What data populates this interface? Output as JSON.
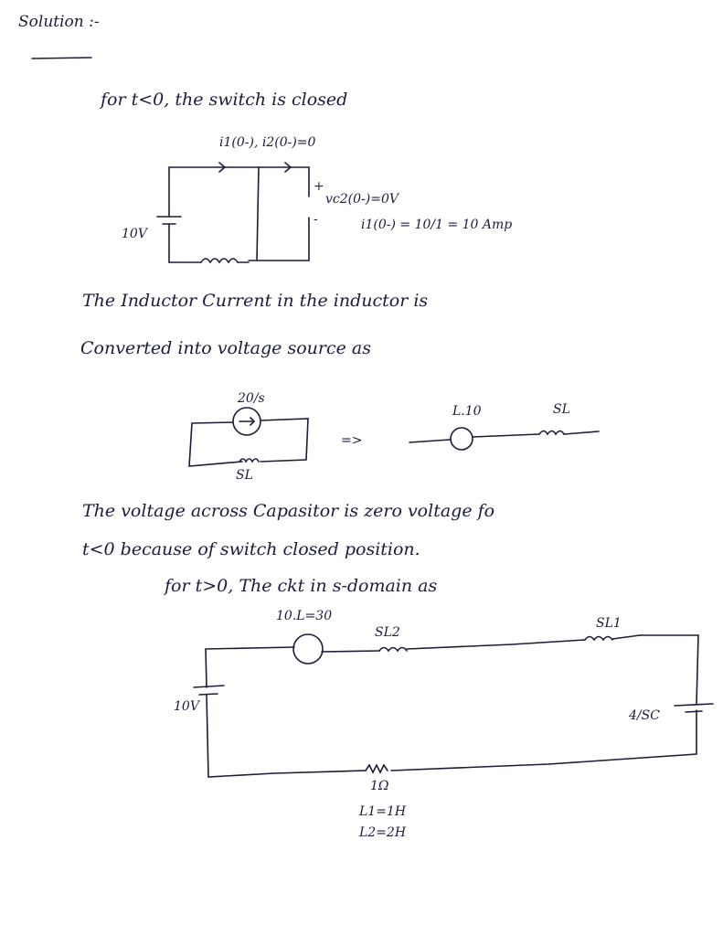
{
  "title": "Solution :-",
  "lines": [
    "for t<0, the switch is closed",
    "The Inductor Current in the inductor is",
    "Converted into voltage source as",
    "The voltage across Capasitor is zero voltage fo",
    "t<0 because of switch closed position.",
    "for t>0, The ckt in s-domain as"
  ],
  "circuit1": {
    "currents": "i1(0-), i2(0-)=0",
    "source": "10V",
    "cap_voltage": "vc2(0-)=0V",
    "plus": "+",
    "minus": "-",
    "inductor_current": "i1(0-) = 10/1 = 10 Amp"
  },
  "circuit2": {
    "source": "20/s",
    "inductor": "SL",
    "arrow": "=>",
    "eq_source": "L.10",
    "eq_inductor": "SL"
  },
  "circuit3": {
    "source": "10.L=30",
    "inductor2": "SL2",
    "inductor1": "SL1",
    "battery": "10V",
    "capacitor": "4/SC",
    "resistor": "1Ω",
    "l1": "L1=1H",
    "l2": "L2=2H"
  }
}
